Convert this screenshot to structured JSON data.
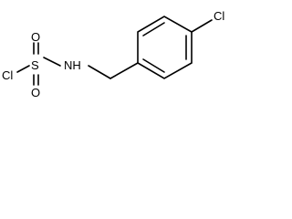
{
  "diagram": {
    "type": "chemical-structure",
    "atoms": {
      "cl_sulfonyl": "Cl",
      "sulfur": "S",
      "oxygen_top": "O",
      "oxygen_bottom": "O",
      "nitrogen": "NH",
      "cl_ring": "Cl"
    },
    "colors": {
      "bond": "#000000",
      "text": "#000000",
      "background": "#ffffff"
    }
  }
}
